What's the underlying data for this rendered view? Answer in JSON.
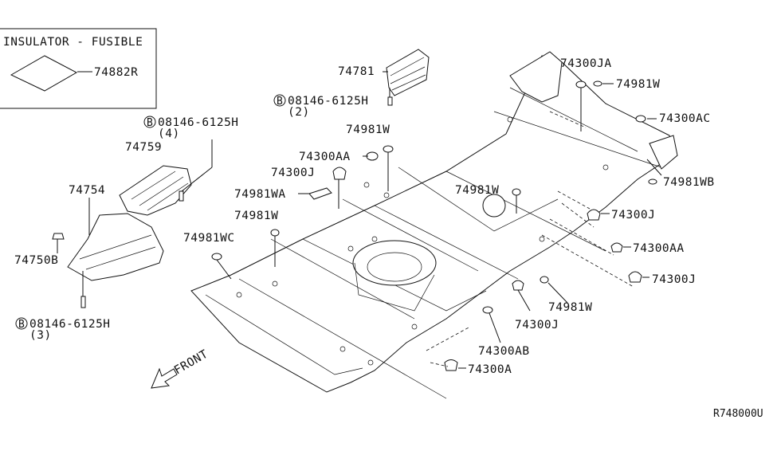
{
  "legend": {
    "title": "INSULATOR - FUSIBLE",
    "part": "74882R"
  },
  "labels": {
    "p74781": "74781",
    "bolt_top": "08146-6125H",
    "bolt_top_qty": "(2)",
    "bolt_left": "08146-6125H",
    "bolt_left_qty": "(4)",
    "bolt_bottom": "08146-6125H",
    "bolt_bottom_qty": "(3)",
    "bolt_badge": "B",
    "p74759": "74759",
    "p74754": "74754",
    "p74750B": "74750B",
    "p74981W_a": "74981W",
    "p74300AA_a": "74300AA",
    "p74300J_a": "74300J",
    "p74981WA": "74981WA",
    "p74981W_b": "74981W",
    "p74981WC": "74981WC",
    "p74981W_c": "74981W",
    "p74300JA": "74300JA",
    "p74981W_d": "74981W",
    "p74300AC": "74300AC",
    "p74981WB": "74981WB",
    "p74300J_b": "74300J",
    "p74300AA_b": "74300AA",
    "p74300J_c": "74300J",
    "p74981W_e": "74981W",
    "p74300J_d": "74300J",
    "p74300AB": "74300AB",
    "p74300A": "74300A",
    "front": "FRONT",
    "diagram_code": "R748000U"
  }
}
